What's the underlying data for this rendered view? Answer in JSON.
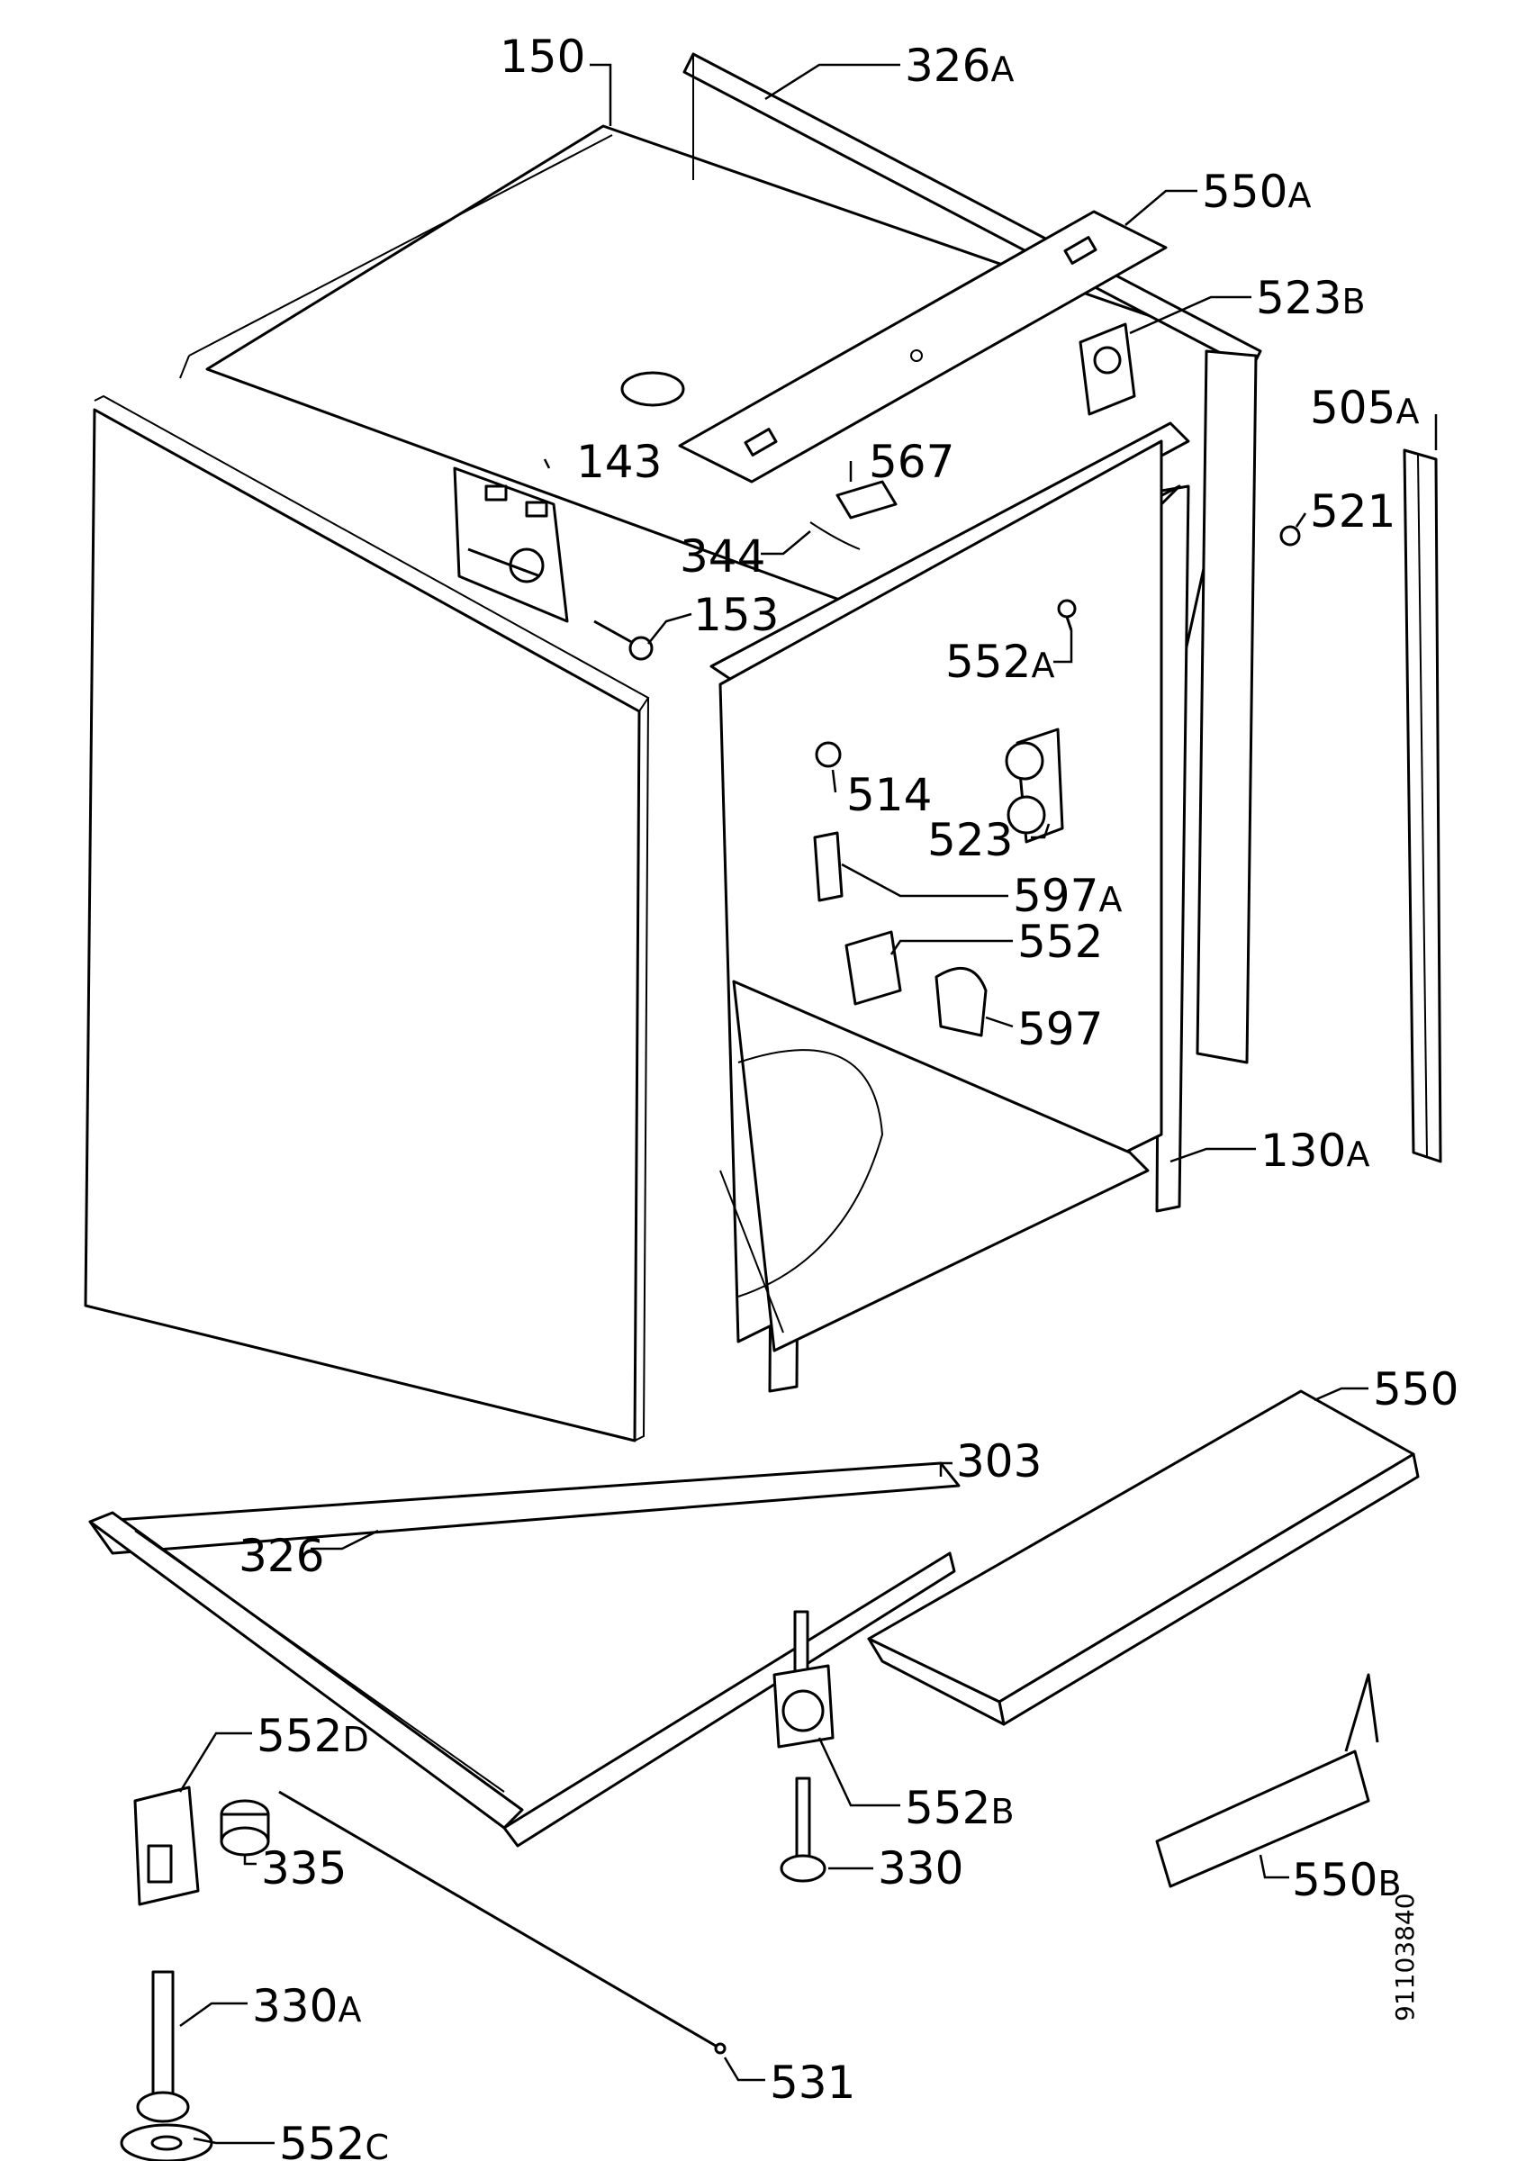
{
  "drawing_number": "91103840",
  "labels": [
    {
      "id": "150",
      "num": "150",
      "suffix": ""
    },
    {
      "id": "326A",
      "num": "326",
      "suffix": "A"
    },
    {
      "id": "550A",
      "num": "550",
      "suffix": "A"
    },
    {
      "id": "523B",
      "num": "523",
      "suffix": "B"
    },
    {
      "id": "505A",
      "num": "505",
      "suffix": "A"
    },
    {
      "id": "143",
      "num": "143",
      "suffix": ""
    },
    {
      "id": "567",
      "num": "567",
      "suffix": ""
    },
    {
      "id": "521",
      "num": "521",
      "suffix": ""
    },
    {
      "id": "344",
      "num": "344",
      "suffix": ""
    },
    {
      "id": "153",
      "num": "153",
      "suffix": ""
    },
    {
      "id": "552A",
      "num": "552",
      "suffix": "A"
    },
    {
      "id": "514",
      "num": "514",
      "suffix": ""
    },
    {
      "id": "523",
      "num": "523",
      "suffix": ""
    },
    {
      "id": "597A",
      "num": "597",
      "suffix": "A"
    },
    {
      "id": "552",
      "num": "552",
      "suffix": ""
    },
    {
      "id": "597",
      "num": "597",
      "suffix": ""
    },
    {
      "id": "130A",
      "num": "130",
      "suffix": "A"
    },
    {
      "id": "550",
      "num": "550",
      "suffix": ""
    },
    {
      "id": "303",
      "num": "303",
      "suffix": ""
    },
    {
      "id": "326",
      "num": "326",
      "suffix": ""
    },
    {
      "id": "552D",
      "num": "552",
      "suffix": "D"
    },
    {
      "id": "552B",
      "num": "552",
      "suffix": "B"
    },
    {
      "id": "550B",
      "num": "550",
      "suffix": "B"
    },
    {
      "id": "335",
      "num": "335",
      "suffix": ""
    },
    {
      "id": "330",
      "num": "330",
      "suffix": ""
    },
    {
      "id": "330A",
      "num": "330",
      "suffix": "A"
    },
    {
      "id": "531",
      "num": "531",
      "suffix": ""
    },
    {
      "id": "552C",
      "num": "552",
      "suffix": "C"
    }
  ]
}
